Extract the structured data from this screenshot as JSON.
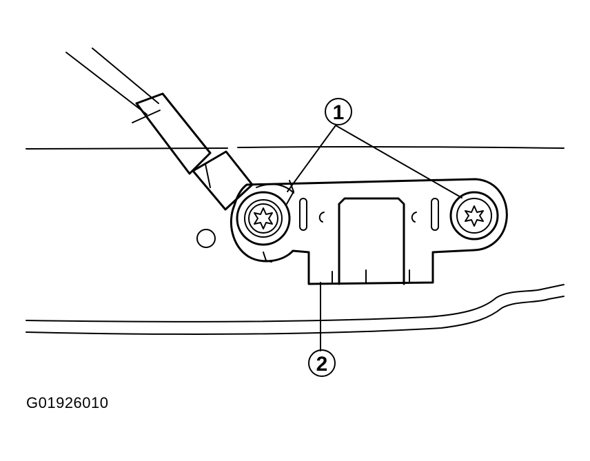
{
  "figure": {
    "code": "G01926010",
    "callouts": [
      {
        "label": "1"
      },
      {
        "label": "2"
      }
    ]
  }
}
